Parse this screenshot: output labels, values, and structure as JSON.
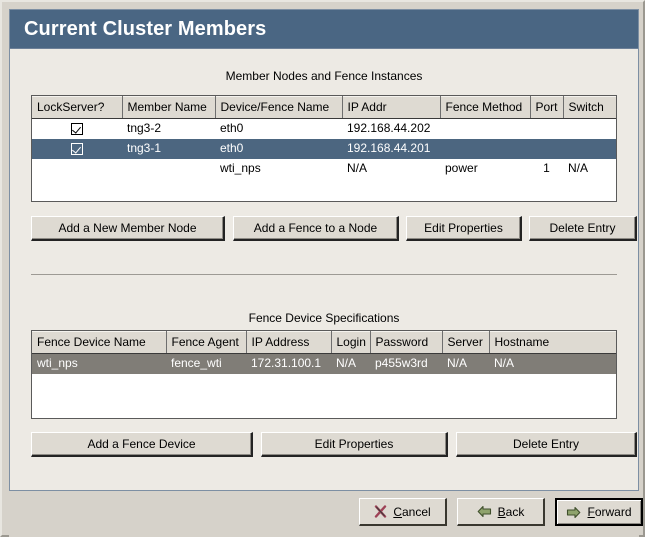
{
  "window": {
    "title": "Current Cluster Members",
    "accent_titlebar": "#4a6683",
    "panel_bg": "#edeae4",
    "frame_bg": "#d6d2ca",
    "row_selected_blue": "#4c6680",
    "row_selected_gray": "#807d77"
  },
  "members_section": {
    "caption": "Member Nodes and Fence Instances",
    "columns": [
      "LockServer?",
      "Member Name",
      "Device/Fence Name",
      "IP Addr",
      "Fence Method",
      "Port",
      "Switch"
    ],
    "rows": [
      {
        "lockserver": "checked",
        "member_name": "tng3-2",
        "device_fence_name": "eth0",
        "ip_addr": "192.168.44.202",
        "fence_method": "",
        "port": "",
        "switch": "",
        "state": "normal"
      },
      {
        "lockserver": "checked",
        "member_name": "tng3-1",
        "device_fence_name": "eth0",
        "ip_addr": "192.168.44.201",
        "fence_method": "",
        "port": "",
        "switch": "",
        "state": "selected"
      },
      {
        "lockserver": "",
        "member_name": "",
        "device_fence_name": "wti_nps",
        "ip_addr": "N/A",
        "fence_method": "power",
        "port": "1",
        "switch": "N/A",
        "state": "normal"
      }
    ],
    "buttons": [
      "Add a New Member Node",
      "Add a Fence to a Node",
      "Edit Properties",
      "Delete Entry"
    ]
  },
  "fence_section": {
    "caption": "Fence Device Specifications",
    "columns": [
      "Fence Device Name",
      "Fence Agent",
      "IP Address",
      "Login",
      "Password",
      "Server",
      "Hostname"
    ],
    "rows": [
      {
        "fence_device_name": "wti_nps",
        "fence_agent": "fence_wti",
        "ip_address": "172.31.100.1",
        "login": "N/A",
        "password": "p455w3rd",
        "server": "N/A",
        "hostname": "N/A",
        "state": "selected"
      }
    ],
    "buttons": [
      "Add a Fence Device",
      "Edit Properties",
      "Delete Entry"
    ]
  },
  "navigation": {
    "cancel": {
      "label_pre": "",
      "mnemonic": "C",
      "label_post": "ancel",
      "icon": "cancel-x-icon"
    },
    "back": {
      "label_pre": "",
      "mnemonic": "B",
      "label_post": "ack",
      "icon": "arrow-left-icon"
    },
    "forward": {
      "label_pre": "",
      "mnemonic": "F",
      "label_post": "orward",
      "icon": "arrow-right-icon"
    }
  }
}
